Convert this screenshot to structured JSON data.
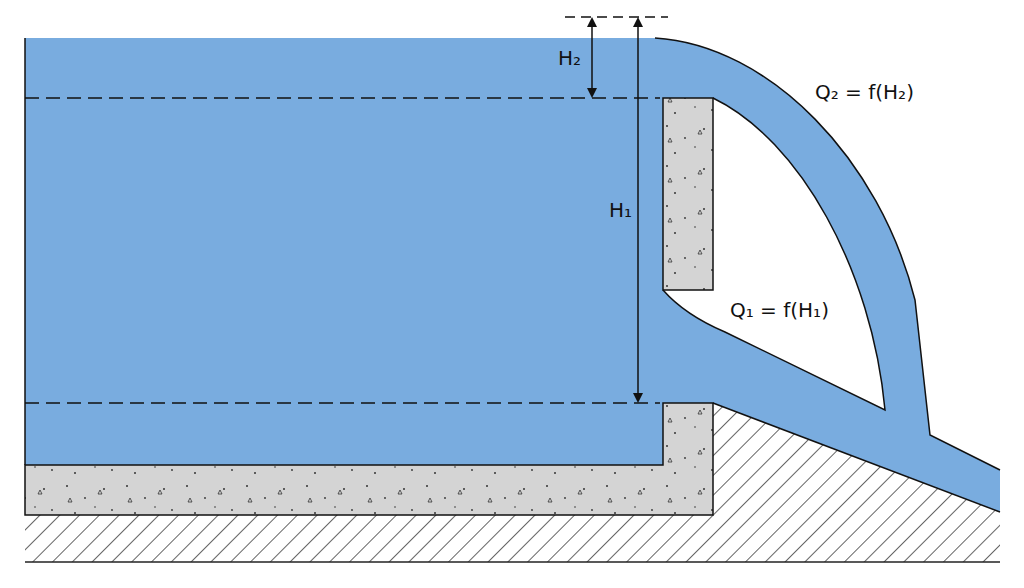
{
  "diagram": {
    "labels": [
      "H₂",
      "H₁",
      "Q₂ = f(H₂)",
      "Q₁ = f(H₁)"
    ]
  }
}
